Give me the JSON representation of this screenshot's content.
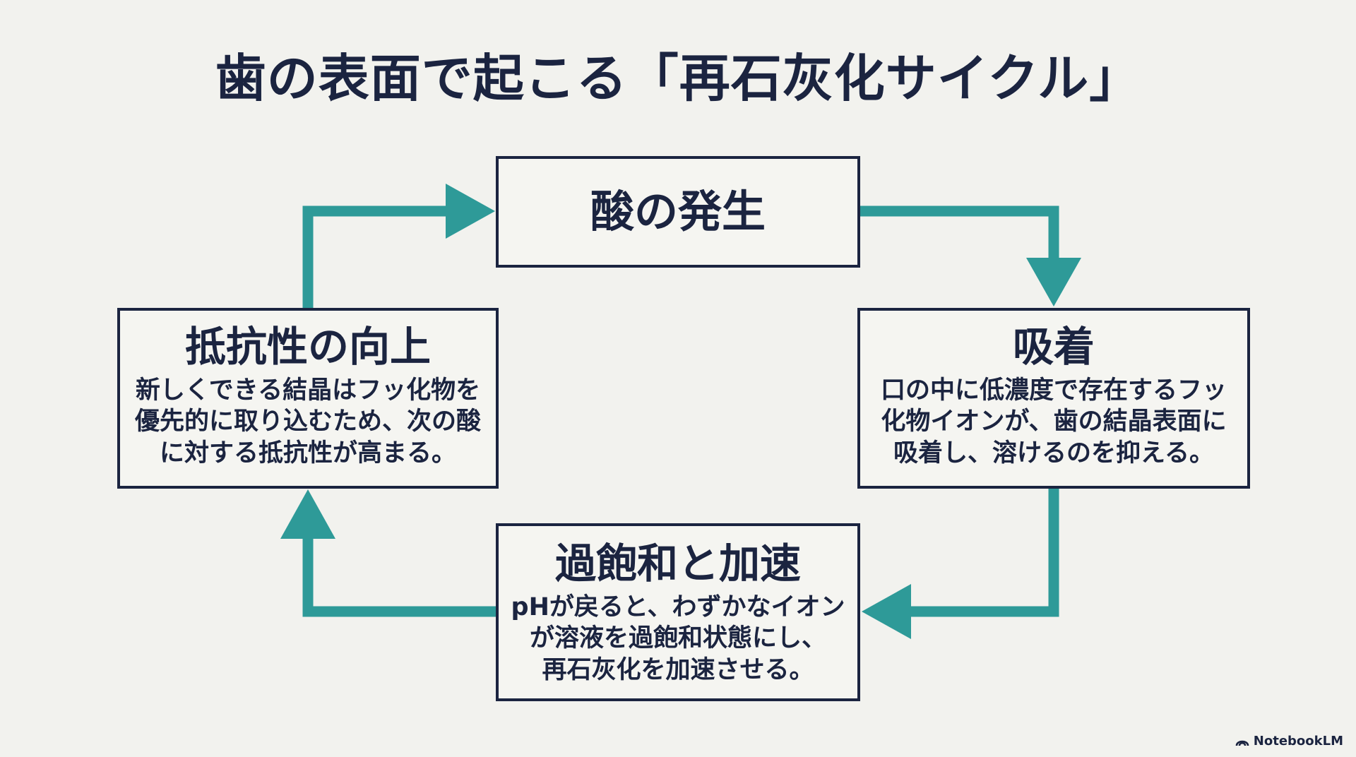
{
  "title": "歯の表面で起こる「再石灰化サイクル」",
  "nodes": {
    "acid": {
      "title": "酸の発生"
    },
    "adsorption": {
      "title": "吸着",
      "desc_lines": [
        "口の中に低濃度で存在するフッ",
        "化物イオンが、歯の結晶表面に",
        "吸着し、溶けるのを抑える。"
      ]
    },
    "supersaturation": {
      "title": "過飽和と加速",
      "desc_lines": [
        "pHが戻ると、わずかなイオン",
        "が溶液を過飽和状態にし、",
        "再石灰化を加速させる。"
      ]
    },
    "resistance": {
      "title": "抵抗性の向上",
      "desc_lines": [
        "新しくできる結晶はフッ化物を",
        "優先的に取り込むため、次の酸",
        "に対する抵抗性が高まる。"
      ]
    }
  },
  "colors": {
    "arrow": "#2e9a98",
    "text": "#1b2440",
    "background": "#f2f2ee",
    "border": "#1b2440"
  },
  "watermark": {
    "label": "NotebookLM",
    "icon": "notebooklm-logo-icon"
  }
}
